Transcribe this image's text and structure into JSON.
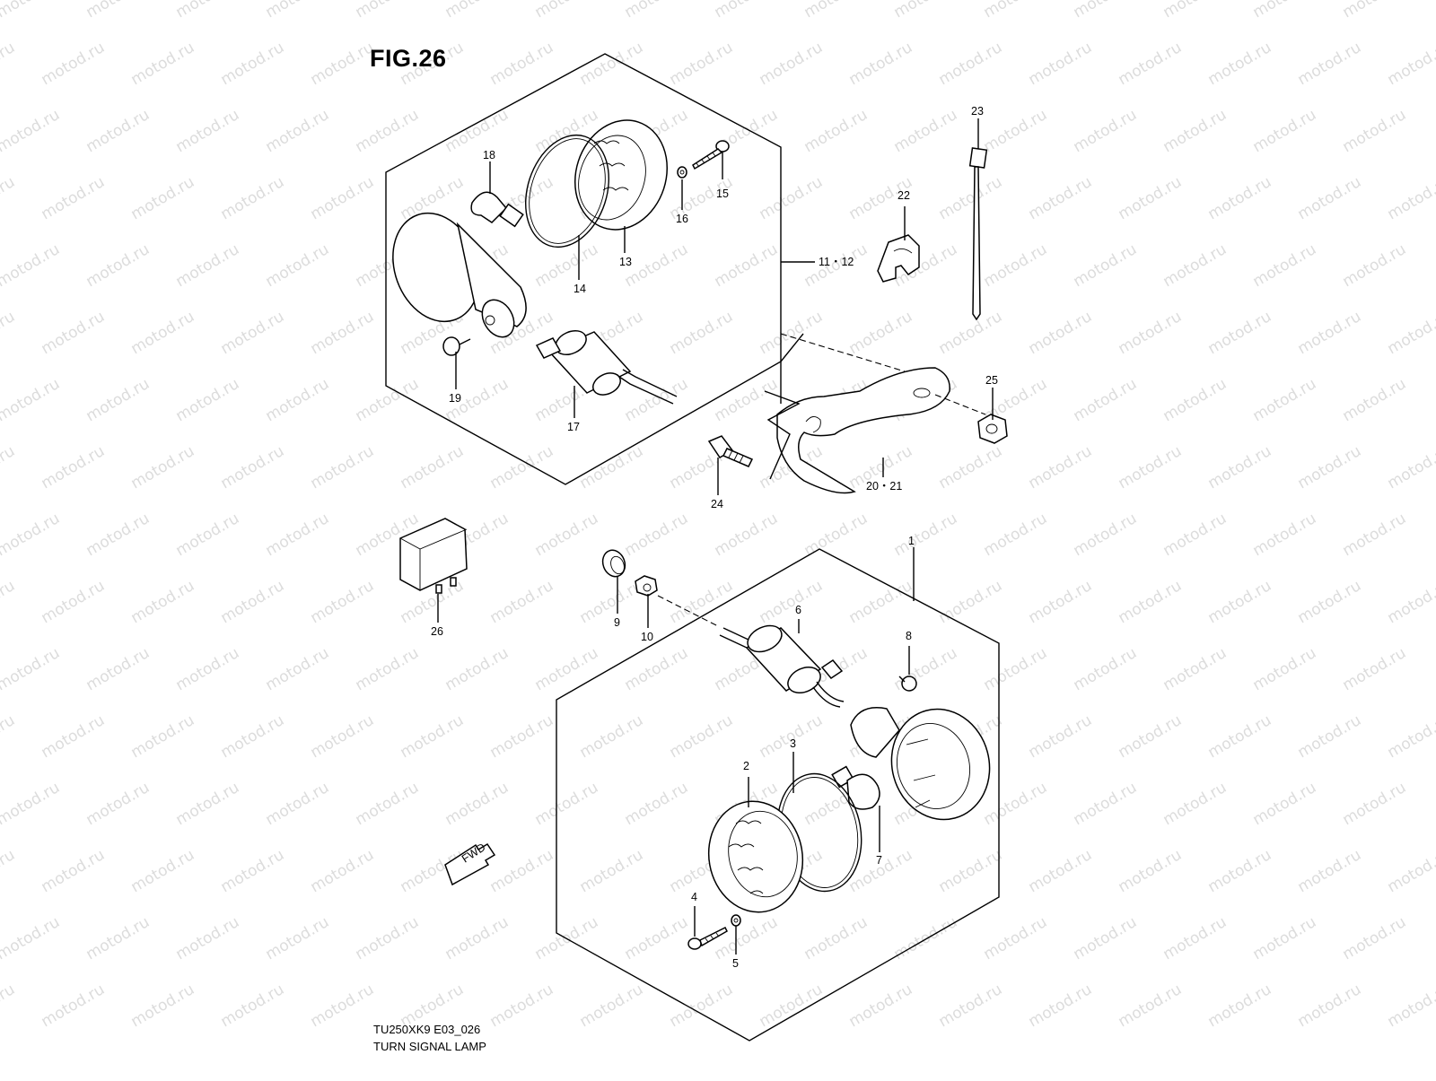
{
  "figure": {
    "title": "FIG.26",
    "model_code": "TU250XK9 E03_026",
    "diagram_name": "TURN SIGNAL LAMP"
  },
  "watermark": {
    "text": "motod.ru"
  },
  "direction_arrow": {
    "label": "FWD"
  },
  "callouts": [
    "1",
    "2",
    "3",
    "4",
    "5",
    "6",
    "7",
    "8",
    "9",
    "10",
    "11・12",
    "13",
    "14",
    "15",
    "16",
    "17",
    "18",
    "19",
    "20・21",
    "22",
    "23",
    "24",
    "25",
    "26"
  ]
}
